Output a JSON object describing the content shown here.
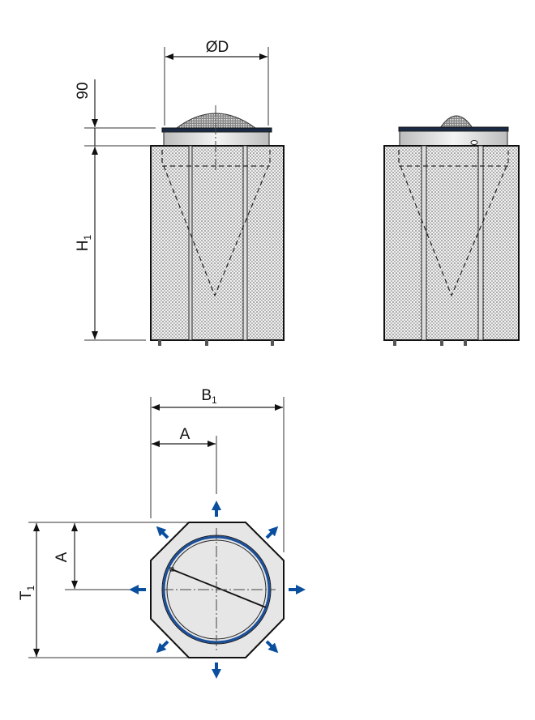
{
  "labels": {
    "diameter": "ØD",
    "lid_height": "90",
    "height_main": "H",
    "height_sub": "1",
    "width_main": "B",
    "width_sub": "1",
    "offset_horizontal": "A",
    "offset_vertical": "A",
    "depth_main": "T",
    "depth_sub": "1"
  },
  "colors": {
    "arrow": "#0a4f9e",
    "ring": "#1a4f9a",
    "fill_gray": "#e6e6e6",
    "outline": "#111111"
  }
}
